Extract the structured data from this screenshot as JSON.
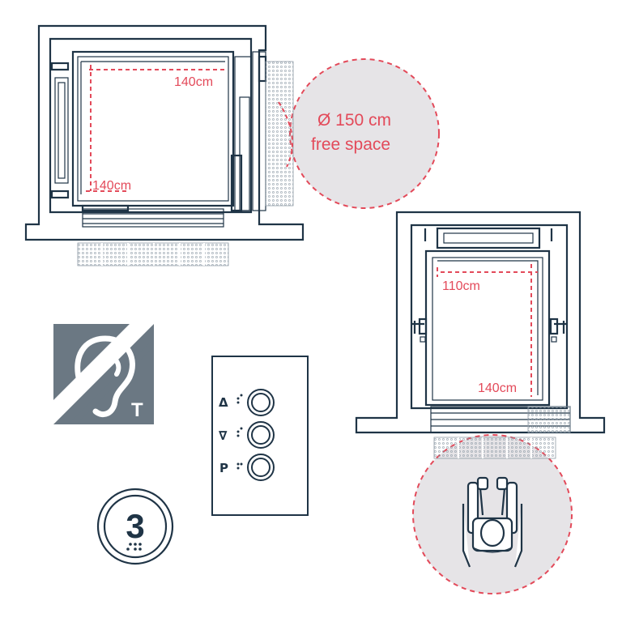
{
  "plan_large": {
    "width_label": "140cm",
    "depth_label": "140cm",
    "turning_circle": {
      "line1": "Ø 150 cm",
      "line2": "free space"
    }
  },
  "plan_small": {
    "width_label": "110cm",
    "depth_label": "140cm"
  },
  "hearing_loop_sign": {
    "letter": "T",
    "icon": "ear-icon"
  },
  "call_panel": {
    "buttons": [
      {
        "symbol": "Δ",
        "icon": "up-arrow-icon"
      },
      {
        "symbol": "∇",
        "icon": "down-arrow-icon"
      },
      {
        "symbol": "P",
        "icon": "parking-icon"
      }
    ]
  },
  "floor_button": {
    "number": "3"
  },
  "colors": {
    "ink": "#1f3446",
    "accent": "#e34a5a",
    "zone": "#e6e4e7",
    "sign": "#6b7883"
  }
}
